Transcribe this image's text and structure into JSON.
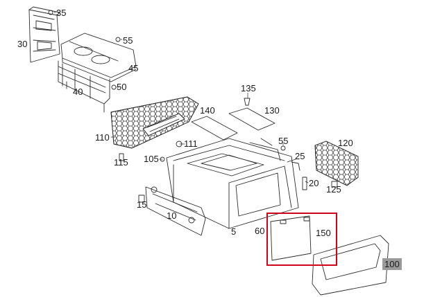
{
  "diagram": {
    "callouts": [
      {
        "id": "35",
        "label": "35"
      },
      {
        "id": "30",
        "label": "30"
      },
      {
        "id": "55a",
        "label": "55"
      },
      {
        "id": "45",
        "label": "45"
      },
      {
        "id": "40",
        "label": "40"
      },
      {
        "id": "50",
        "label": "50"
      },
      {
        "id": "135",
        "label": "135"
      },
      {
        "id": "140",
        "label": "140"
      },
      {
        "id": "130",
        "label": "130"
      },
      {
        "id": "110",
        "label": "110"
      },
      {
        "id": "111",
        "label": "111"
      },
      {
        "id": "105",
        "label": "105"
      },
      {
        "id": "115",
        "label": "115"
      },
      {
        "id": "55b",
        "label": "55"
      },
      {
        "id": "25",
        "label": "25"
      },
      {
        "id": "120",
        "label": "120"
      },
      {
        "id": "20",
        "label": "20"
      },
      {
        "id": "125",
        "label": "125"
      },
      {
        "id": "15",
        "label": "15"
      },
      {
        "id": "10",
        "label": "10"
      },
      {
        "id": "5",
        "label": "5"
      },
      {
        "id": "60",
        "label": "60"
      },
      {
        "id": "150",
        "label": "150"
      },
      {
        "id": "100",
        "label": "100"
      }
    ],
    "highlighted_part": "150",
    "colors": {
      "highlight": "#d0021b",
      "line": "#2b2b2b",
      "selected_tag": "#9a9a9a"
    }
  }
}
